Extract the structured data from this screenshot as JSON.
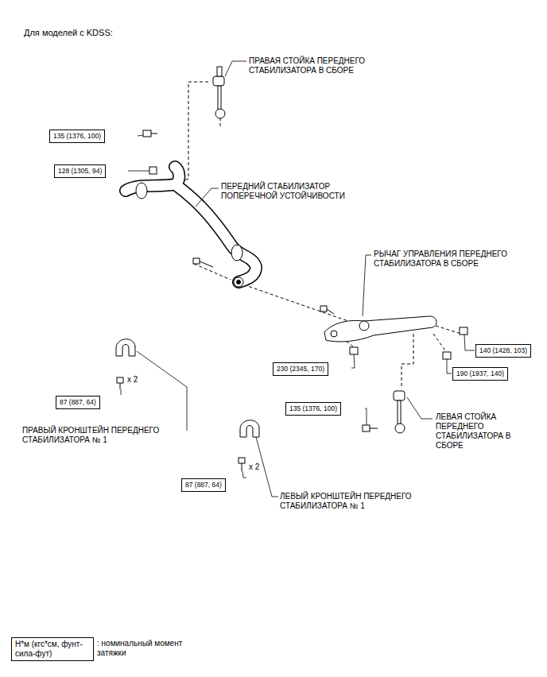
{
  "diagram": {
    "title": "Для моделей с KDSS:",
    "nodes": [
      {
        "text": [
          "135 (1376, 100)"
        ]
      },
      {
        "text": [
          "128 (1305, 94)"
        ]
      },
      {
        "text": [
          "140 (1428, 103)"
        ]
      },
      {
        "text": [
          "230 (2345, 170)"
        ]
      },
      {
        "text": [
          "190 (1937, 140)"
        ]
      },
      {
        "text": [
          "87 (887, 64)"
        ]
      },
      {
        "text": [
          "135 (1376, 100)"
        ]
      },
      {
        "text": [
          "87 (887, 64)"
        ]
      },
      {
        "text": [
          "Н*м (кгс*см, фунт-сила-фут)"
        ]
      }
    ],
    "labels": [
      "ПРАВАЯ СТОЙКА ПЕРЕДНЕГО СТАБИЛИЗАТОРА В СБОРЕ",
      "ПЕРЕДНИЙ СТАБИЛИЗАТОР ПОПЕРЕЧНОЙ УСТОЙЧИВОСТИ",
      "РЫЧАГ УПРАВЛЕНИЯ ПЕРЕДНЕГО СТАБИЛИЗАТОРА В СБОРЕ",
      "ЛЕВАЯ СТОЙКА ПЕРЕДНЕГО СТАБИЛИЗАТОРА В СБОРЕ",
      "x 2",
      "x 2",
      "ПРАВЫЙ КРОНШТЕЙН ПЕРЕДНЕГО СТАБИЛИЗАТОРА № 1",
      "ЛЕВЫЙ КРОНШТЕЙН ПЕРЕДНЕГО СТАБИЛИЗАТОРА № 1",
      ": номинальный момент затяжки"
    ]
  }
}
